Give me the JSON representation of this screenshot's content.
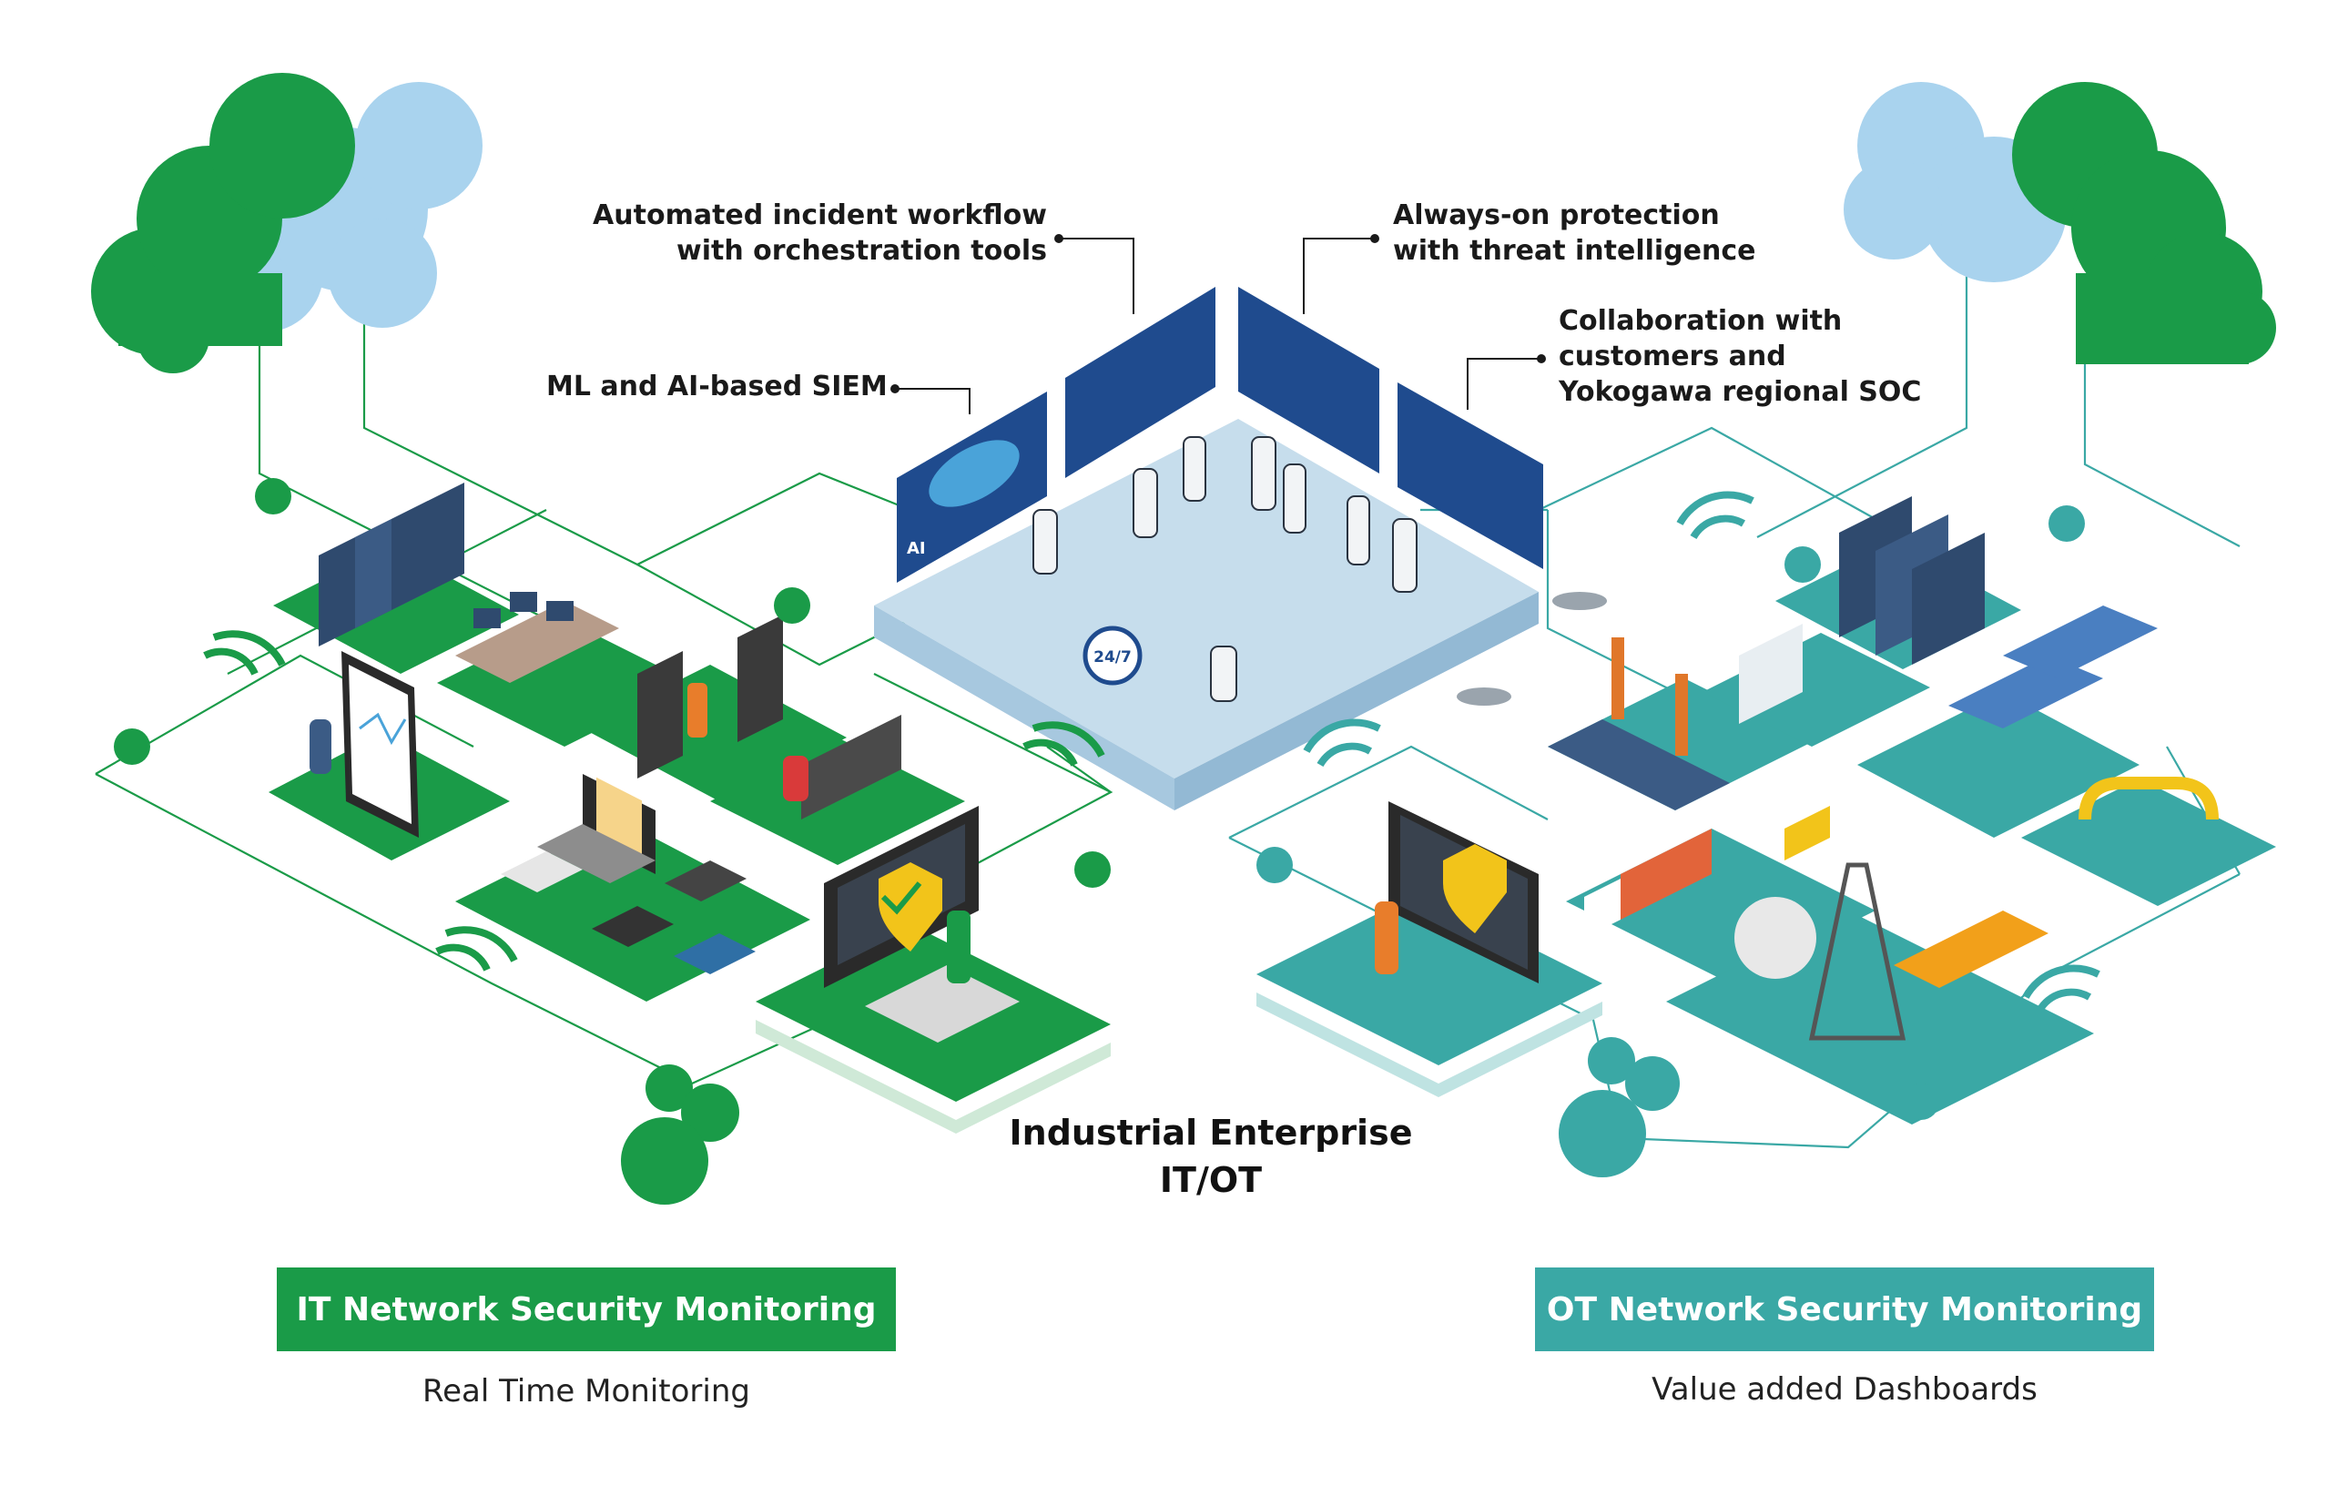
{
  "callouts": {
    "siem": "ML and AI-based SIEM",
    "workflow_line1": "Automated incident workflow",
    "workflow_line2": "with orchestration tools",
    "protection_line1": "Always-on protection",
    "protection_line2": "with threat intelligence",
    "collab_line1": "Collaboration with",
    "collab_line2": "customers and",
    "collab_line3": "Yokogawa regional SOC"
  },
  "screens": {
    "ai_label": "AI",
    "badge_247": "24/7"
  },
  "center": {
    "title_line1": "Industrial Enterprise",
    "title_line2": "IT/OT"
  },
  "it": {
    "banner": "IT Network Security Monitoring",
    "subtitle": "Real Time Monitoring"
  },
  "ot": {
    "banner": "OT Network Security Monitoring",
    "subtitle": "Value added Dashboards"
  },
  "colors": {
    "it_green": "#1a9b48",
    "ot_teal": "#3aa8a5",
    "soc_floor": "#c6ddec",
    "screen_navy": "#1f4b8e",
    "cloud_blue": "#a9d3ee"
  }
}
